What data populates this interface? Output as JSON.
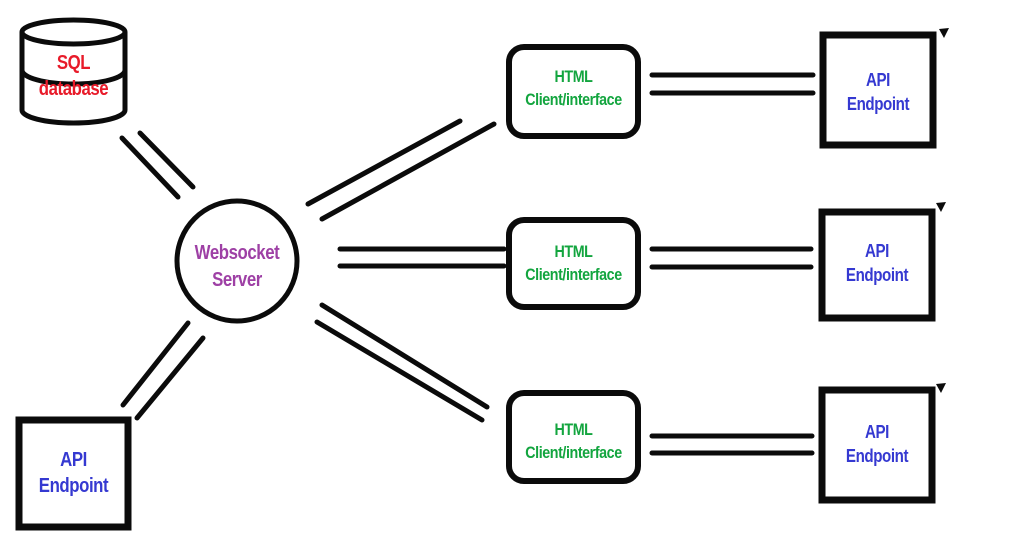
{
  "diagram": {
    "nodes": {
      "sql_database": {
        "line1": "SQL",
        "line2": "database",
        "shape": "cylinder"
      },
      "websocket_server": {
        "line1": "Websocket",
        "line2": "Server",
        "shape": "circle"
      },
      "api_endpoint_left": {
        "line1": "API",
        "line2": "Endpoint",
        "shape": "square"
      },
      "html_client_top": {
        "line1": "HTML",
        "line2": "Client/interface",
        "shape": "rounded-rect"
      },
      "html_client_middle": {
        "line1": "HTML",
        "line2": "Client/interface",
        "shape": "rounded-rect"
      },
      "html_client_bottom": {
        "line1": "HTML",
        "line2": "Client/interface",
        "shape": "rounded-rect"
      },
      "api_endpoint_top_right": {
        "line1": "API",
        "line2": "Endpoint",
        "shape": "square"
      },
      "api_endpoint_mid_right": {
        "line1": "API",
        "line2": "Endpoint",
        "shape": "square"
      },
      "api_endpoint_bot_right": {
        "line1": "API",
        "line2": "Endpoint",
        "shape": "square"
      }
    },
    "edges": [
      {
        "from": "sql_database",
        "to": "websocket_server",
        "style": "double-line"
      },
      {
        "from": "websocket_server",
        "to": "html_client_top",
        "style": "double-line"
      },
      {
        "from": "websocket_server",
        "to": "html_client_middle",
        "style": "double-line"
      },
      {
        "from": "websocket_server",
        "to": "html_client_bottom",
        "style": "double-line"
      },
      {
        "from": "websocket_server",
        "to": "api_endpoint_left",
        "style": "double-line"
      },
      {
        "from": "html_client_top",
        "to": "api_endpoint_top_right",
        "style": "double-line"
      },
      {
        "from": "html_client_middle",
        "to": "api_endpoint_mid_right",
        "style": "double-line"
      },
      {
        "from": "html_client_bottom",
        "to": "api_endpoint_bot_right",
        "style": "double-line"
      }
    ],
    "colors": {
      "sql_text": "#e81b2a",
      "websocket_text": "#9e40a5",
      "client_text": "#13a53f",
      "api_text": "#3539d1",
      "stroke": "#0b0b0b",
      "background": "#ffffff"
    }
  }
}
